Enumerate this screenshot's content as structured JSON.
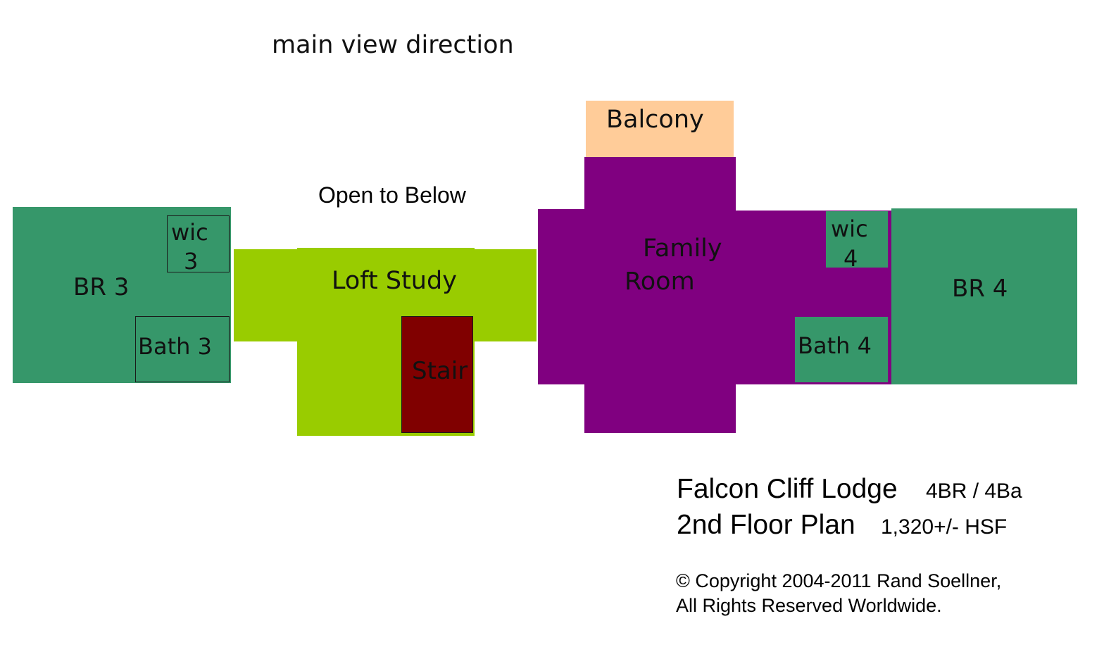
{
  "colors": {
    "bedroom": "#36976a",
    "loft": "#99cc00",
    "stair": "#800000",
    "family": "#800080",
    "balcony": "#ffcc99"
  },
  "labels": {
    "main_view": "main view direction",
    "open_below": "Open to Below",
    "balcony": "Balcony",
    "br3": "BR 3",
    "wic3_a": "wic",
    "wic3_b": "3",
    "bath3": "Bath 3",
    "loft": "Loft Study",
    "stair": "Stair",
    "family_a": "Family",
    "family_b": "Room",
    "wic4_a": "wic",
    "wic4_b": "4",
    "bath4": "Bath 4",
    "br4": "BR 4"
  },
  "info": {
    "title": "Falcon Cliff Lodge",
    "beds_baths": "4BR / 4Ba",
    "plan": "2nd Floor Plan",
    "area": "1,320+/- HSF",
    "copyright_1": "© Copyright 2004-2011 Rand Soellner,",
    "copyright_2": "All Rights Reserved Worldwide."
  }
}
